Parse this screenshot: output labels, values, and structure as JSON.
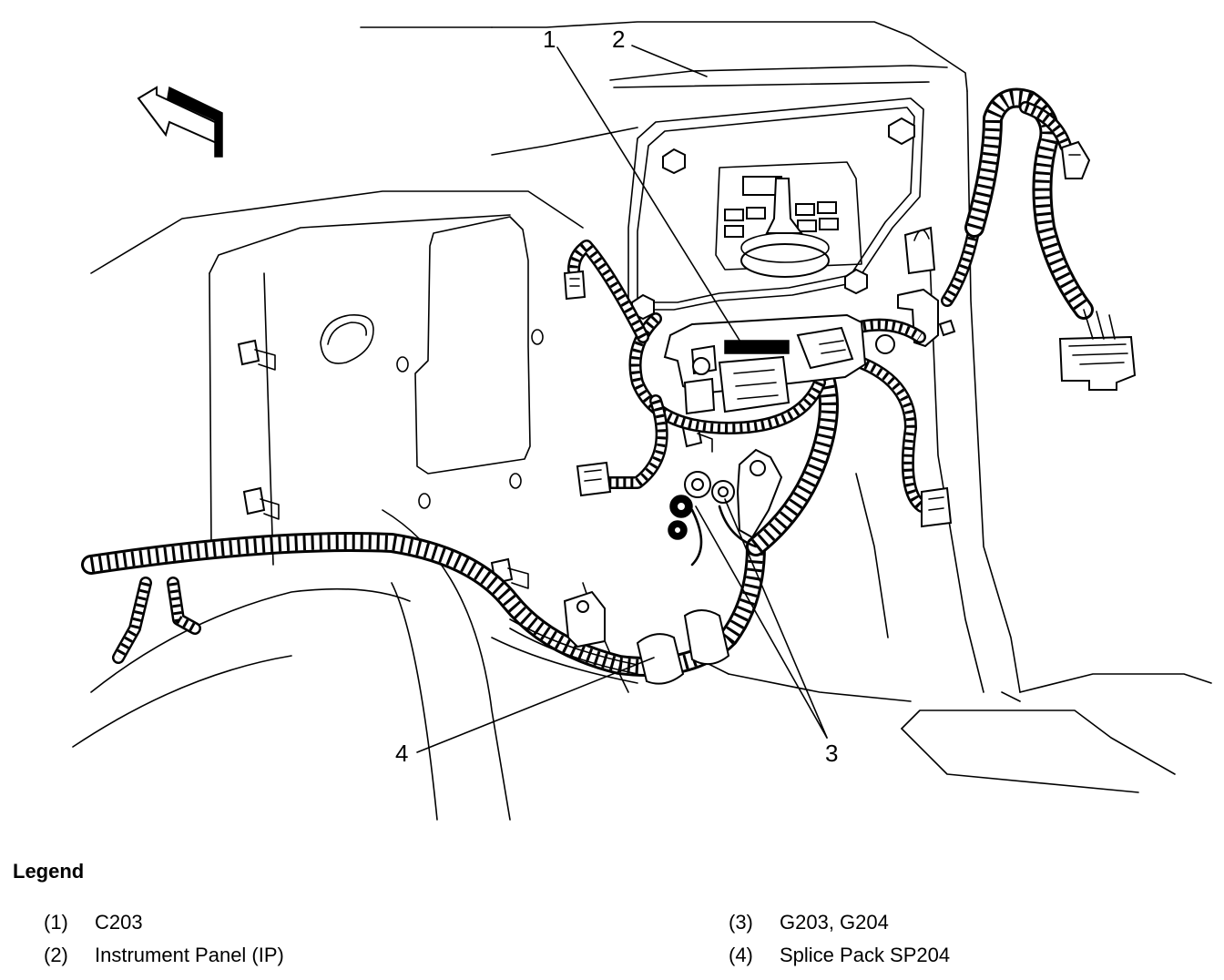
{
  "callouts": {
    "c1": "1",
    "c2": "2",
    "c3": "3",
    "c4": "4"
  },
  "legend": {
    "title": "Legend",
    "items": [
      {
        "num": "(1)",
        "label": "C203"
      },
      {
        "num": "(2)",
        "label": "Instrument Panel (IP)"
      },
      {
        "num": "(3)",
        "label": "G203, G204"
      },
      {
        "num": "(4)",
        "label": "Splice Pack SP204"
      }
    ]
  }
}
